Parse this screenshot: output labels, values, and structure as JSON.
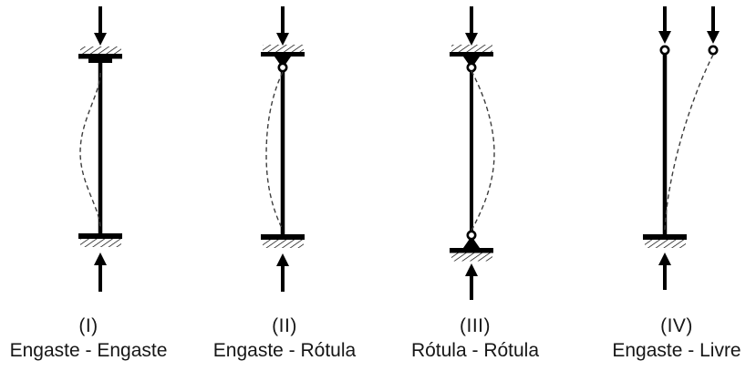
{
  "colors": {
    "ink": "#000000",
    "buckled_curve": "#3d3d3d",
    "background": "#ffffff",
    "text": "#161616"
  },
  "cases": [
    {
      "numeral": "(I)",
      "name": "Engaste - Engaste",
      "top_support": "engaste",
      "bottom_support": "engaste",
      "buckled_shape_side": "left"
    },
    {
      "numeral": "(II)",
      "name": "Engaste - Rótula",
      "top_support": "rotula",
      "bottom_support": "engaste",
      "buckled_shape_side": "left"
    },
    {
      "numeral": "(III)",
      "name": "Rótula - Rótula",
      "top_support": "rotula",
      "bottom_support": "rotula",
      "buckled_shape_side": "right"
    },
    {
      "numeral": "(IV)",
      "name": "Engaste - Livre",
      "top_support": "livre",
      "bottom_support": "engaste",
      "buckled_shape_side": "right"
    }
  ],
  "icons": {
    "down_arrow": "axial-load-down-arrow",
    "up_arrow": "reaction-up-arrow",
    "fixed_support": "hatched-fixed-support",
    "pin_support": "hinge-pin-circle-with-triangle",
    "free_end": "hinge-pin-circle",
    "buckled_shape": "dashed-buckled-curve"
  }
}
